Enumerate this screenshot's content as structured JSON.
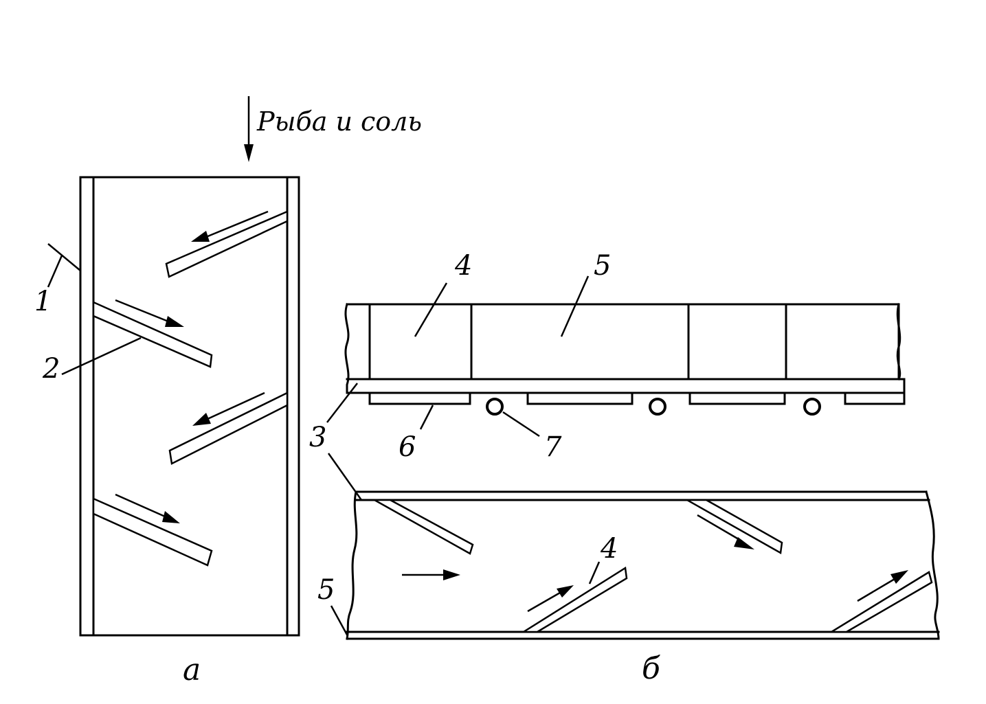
{
  "diagram": {
    "input_label": "Рыба и соль",
    "panel_labels": {
      "a": "а",
      "b": "б"
    },
    "callouts": {
      "n1": "1",
      "n2": "2",
      "n3": "3",
      "n4_top": "4",
      "n5_top": "5",
      "n6": "6",
      "n7": "7",
      "n4_bottom": "4",
      "n5_bottom": "5"
    },
    "colors": {
      "ink": "#000000",
      "paper": "#ffffff"
    }
  }
}
